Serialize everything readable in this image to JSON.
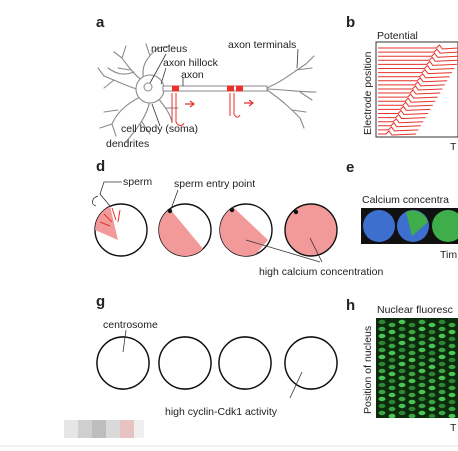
{
  "panels": {
    "a": {
      "letter": "a",
      "labels": {
        "nucleus": "nucleus",
        "axon_hillock": "axon hillock",
        "axon": "axon",
        "axon_terminals": "axon terminals",
        "cell_body": "cell body (soma)",
        "dendrites": "dendrites"
      }
    },
    "b": {
      "letter": "b",
      "title": "Potential",
      "ylabel": "Electrode position",
      "xlabel": "T"
    },
    "d": {
      "letter": "d",
      "labels": {
        "sperm": "sperm",
        "sperm_entry_point": "sperm entry point",
        "high_calcium": "high calcium concentration"
      }
    },
    "e": {
      "letter": "e",
      "title": "Calcium concentra",
      "xlabel": "Tim"
    },
    "g": {
      "letter": "g",
      "labels": {
        "centrosome": "centrosome",
        "high_cyclin": "high cyclin-Cdk1 activity"
      }
    },
    "h": {
      "letter": "h",
      "title": "Nuclear fluoresc",
      "ylabel": "Position of nucleus",
      "xlabel": "T"
    }
  },
  "colors": {
    "red": "#e8322c",
    "pink": "#f29a99",
    "gray_band": "#d3d3d3",
    "neuron_gray": "#8a8a8a",
    "calcium_blue": "#3d6fcf",
    "calcium_green": "#3fae4a",
    "kymo_dark": "#0c2a0c",
    "kymo_green": "#4fcf58"
  }
}
